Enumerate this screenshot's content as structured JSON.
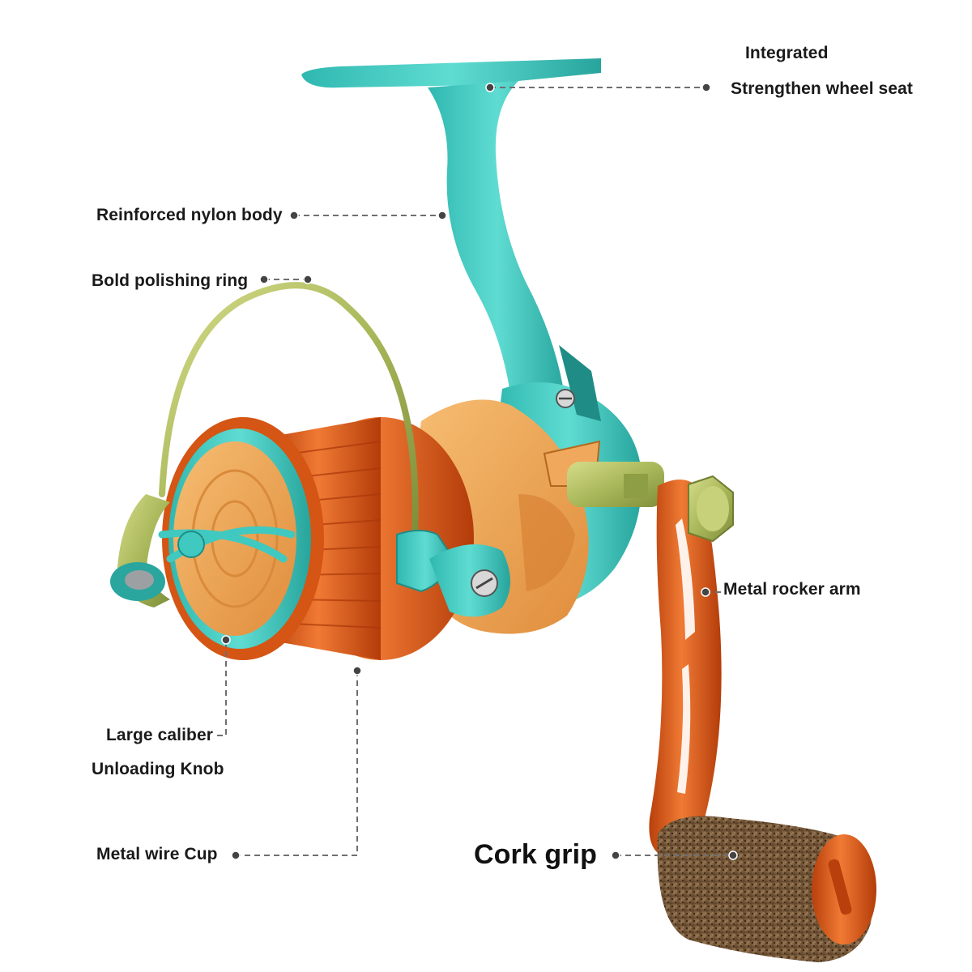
{
  "colors": {
    "teal": "#3fc9c0",
    "teal_dark": "#25a8a0",
    "orange": "#e8601c",
    "orange_dark": "#c0450e",
    "peach": "#f2a95a",
    "gold_green": "#b8c46a",
    "cork": "#7a5a3a",
    "leader": "#777777"
  },
  "labels": {
    "integrated": "Integrated",
    "wheel_seat": "Strengthen wheel seat",
    "nylon_body": "Reinforced nylon body",
    "polishing_ring": "Bold polishing ring",
    "rocker_arm": "Metal rocker arm",
    "large_caliber": "Large caliber",
    "unloading_knob": "Unloading Knob",
    "wire_cup": "Metal wire Cup",
    "cork_grip": "Cork grip"
  }
}
